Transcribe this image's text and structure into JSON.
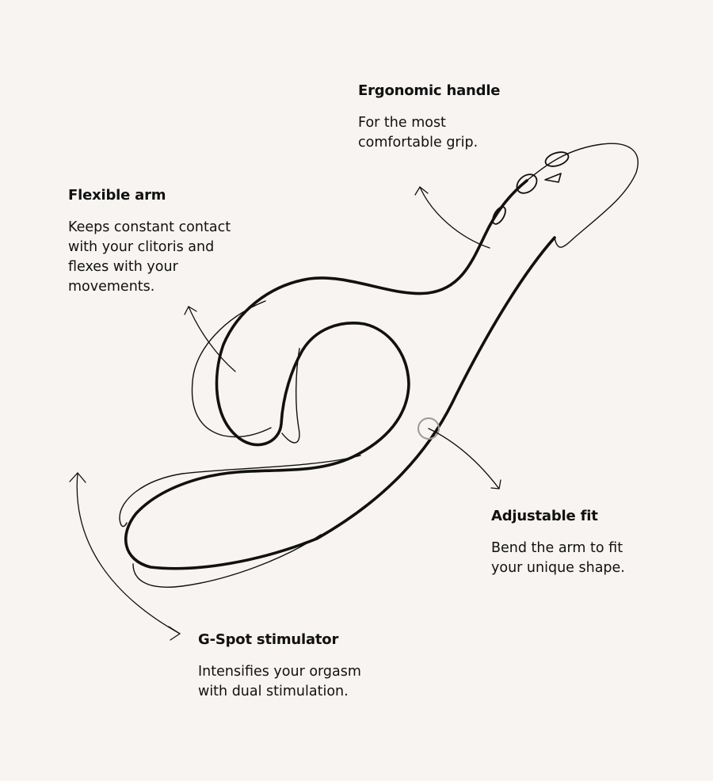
{
  "callouts": {
    "handle": {
      "title": "Ergonomic handle",
      "text": "For the most\ncomfortable grip."
    },
    "arm": {
      "title": "Flexible arm",
      "text": "Keeps constant contact\nwith your clitoris and\nflexes with your\nmovements."
    },
    "fit": {
      "title": "Adjustable fit",
      "text": "Bend the arm to fit\nyour unique shape."
    },
    "gspot": {
      "title": "G-Spot stimulator",
      "text": "Intensifies your orgasm\nwith dual stimulation."
    }
  },
  "colors": {
    "background": "#f7f4f1",
    "ink": "#111111",
    "marker": "#9a9a9a"
  }
}
